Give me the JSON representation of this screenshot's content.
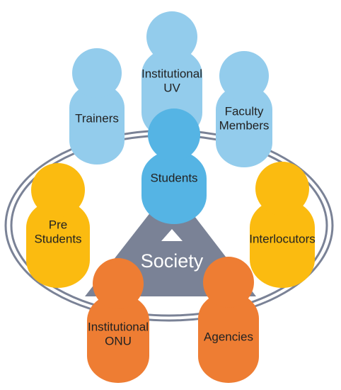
{
  "center": {
    "label": "Society",
    "colors": {
      "triangle": "#7a8296",
      "arrow": "#ffffff",
      "text": "#ffffff"
    }
  },
  "ring": {
    "colors": {
      "stroke": "#7a8296"
    }
  },
  "figures": {
    "institutional_uv": {
      "lines": [
        "Institutional",
        "UV"
      ],
      "color": "#93ccec"
    },
    "trainers": {
      "lines": [
        "Trainers"
      ],
      "color": "#93ccec"
    },
    "faculty_members": {
      "lines": [
        "Faculty",
        "Members"
      ],
      "color": "#93ccec"
    },
    "students": {
      "lines": [
        "Students"
      ],
      "color": "#55b4e4"
    },
    "pre_students": {
      "lines": [
        "Pre",
        "Students"
      ],
      "color": "#fbbb10"
    },
    "interlocutors": {
      "lines": [
        "Interlocutors"
      ],
      "color": "#fbbb10"
    },
    "institutional_onu": {
      "lines": [
        "Institutional",
        "ONU"
      ],
      "color": "#ee7d33"
    },
    "agencies": {
      "lines": [
        "Agencies"
      ],
      "color": "#ee7d33"
    }
  },
  "text_color": "#222222"
}
